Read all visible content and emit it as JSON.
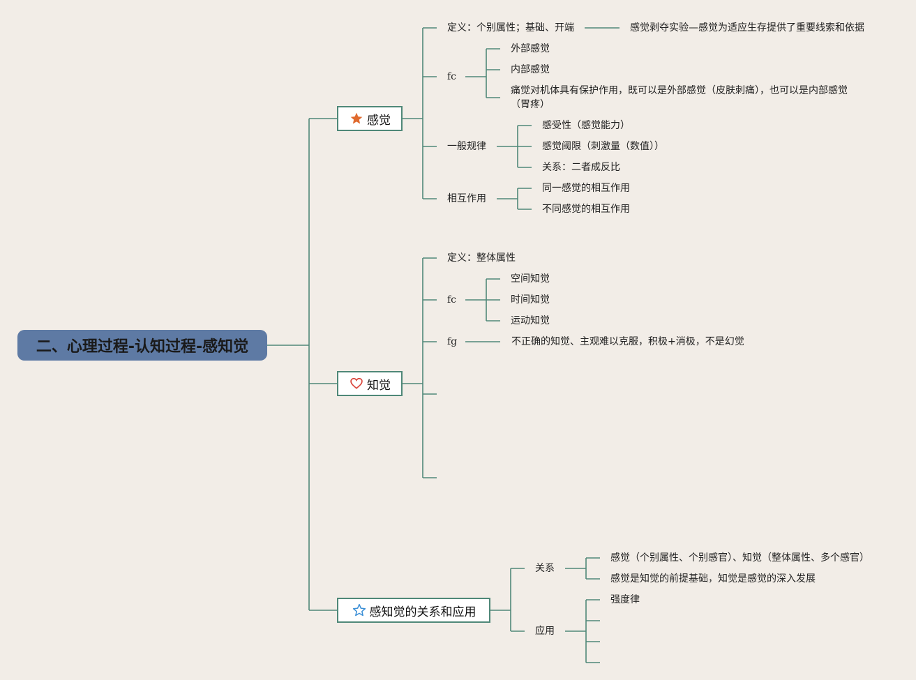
{
  "root": {
    "label": "二、心理过程-认知过程-感知觉"
  },
  "branches": {
    "sensation": {
      "label": "感觉",
      "icon": "star-icon",
      "definition": "定义：个别属性；基础、开端",
      "definition_note": "感觉剥夺实验—感觉为适应生存提供了重要线索和依据",
      "fc": {
        "label": "fc",
        "items": [
          "外部感觉",
          "内部感觉",
          "痛觉对机体具有保护作用，既可以是外部感觉（皮肤刺痛），也可以是内部感觉（胃疼）"
        ]
      },
      "general_rules": {
        "label": "一般规律",
        "items": [
          "感受性（感觉能力）",
          "感觉阈限（刺激量（数值））",
          "关系：二者成反比"
        ]
      },
      "interaction": {
        "label": "相互作用",
        "items": [
          "同一感觉的相互作用",
          "不同感觉的相互作用"
        ]
      }
    },
    "perception": {
      "label": "知觉",
      "icon": "heart-outline-icon",
      "definition": "定义：整体属性",
      "fc": {
        "label": "fc",
        "items": [
          "空间知觉",
          "时间知觉",
          "运动知觉"
        ]
      },
      "fg": {
        "label": "fg",
        "item": "不正确的知觉、主观难以克服，积极+消极，不是幻觉"
      }
    },
    "relation": {
      "label": "感知觉的关系和应用",
      "icon": "star-outline-icon",
      "relation": {
        "label": "关系",
        "items": [
          "感觉（个别属性、个别感官）、知觉（整体属性、多个感官）",
          "感觉是知觉的前提基础，知觉是感觉的深入发展"
        ]
      },
      "application": {
        "label": "应用",
        "items": [
          "强度律"
        ]
      }
    }
  },
  "colors": {
    "line": "#4f8878",
    "root_bg": "#5e7aa4",
    "background": "#f2ede7",
    "star": "#e06a2e",
    "heart": "#d9443a",
    "star_outline": "#3b8fd6"
  }
}
